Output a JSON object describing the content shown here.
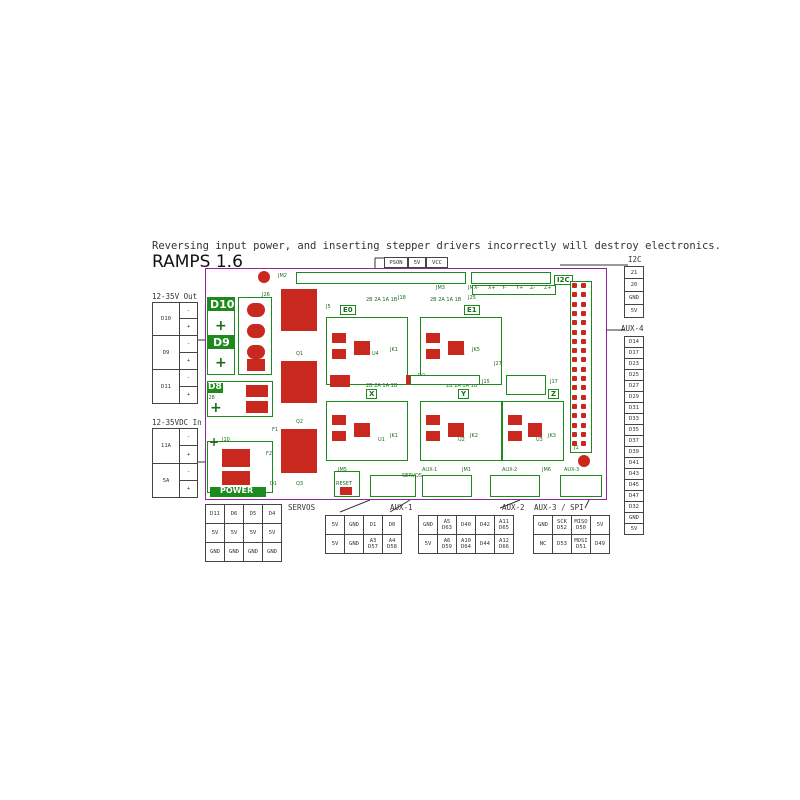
{
  "header": {
    "warning": "Reversing input power, and inserting stepper drivers incorrectly will destroy electronics.",
    "title": "RAMPS 1.6"
  },
  "labels": {
    "power_out": "12-35V Out",
    "power_in": "12-35VDC In",
    "i2c": "I2C",
    "aux4": "AUX-4",
    "servos": "SERVOS",
    "aux1": "AUX-1",
    "aux2": "AUX-2",
    "aux3": "AUX-3 / SPI"
  },
  "top_tags": [
    "PSON",
    "5V",
    "VCC"
  ],
  "out_table": [
    {
      "name": "D10",
      "pins": [
        "-",
        "+"
      ]
    },
    {
      "name": "D9",
      "pins": [
        "-",
        "+"
      ]
    },
    {
      "name": "D11",
      "pins": [
        "-",
        "+"
      ]
    }
  ],
  "in_table": [
    {
      "name": "11A",
      "pins": [
        "-",
        "+"
      ]
    },
    {
      "name": "5A",
      "pins": [
        "-",
        "+"
      ]
    }
  ],
  "i2c_pins": [
    "21",
    "20",
    "GND",
    "5V"
  ],
  "aux4_pins": [
    "D14",
    "D17",
    "D23",
    "D25",
    "D27",
    "D29",
    "D31",
    "D33",
    "D35",
    "D37",
    "D39",
    "D41",
    "D43",
    "D45",
    "D47",
    "D32",
    "GND",
    "5V"
  ],
  "servos_table": [
    [
      "D11",
      "D6",
      "D5",
      "D4"
    ],
    [
      "5V",
      "5V",
      "5V",
      "5V"
    ],
    [
      "GND",
      "GND",
      "GND",
      "GND"
    ]
  ],
  "aux1_table": [
    [
      "5V",
      "GND",
      "D1",
      "D0"
    ],
    [
      "5V",
      "GND",
      "A3 D57",
      "A4 D58"
    ]
  ],
  "aux2_table": [
    [
      "GND",
      "A5 D63",
      "D40",
      "D42",
      "A11 D65"
    ],
    [
      "5V",
      "A6 D59",
      "A10 D64",
      "D44",
      "A12 D66"
    ]
  ],
  "aux3_table": [
    [
      "GND",
      "SCK D52",
      "MISO D50",
      "5V"
    ],
    [
      "NC",
      "D53",
      "MOSI D51",
      "D49"
    ]
  ],
  "board": {
    "mosfet_labels": [
      "D10",
      "D9",
      "D8"
    ],
    "connectors": [
      "J26",
      "J28",
      "J10",
      "J1",
      "JM2",
      "JM3",
      "JM4",
      "J25",
      "J18",
      "J5",
      "J15",
      "J17",
      "J27",
      "JM5",
      "JM1",
      "JM6",
      "AUX-1",
      "AUX-2",
      "AUX-3",
      "SERVOS"
    ],
    "axis_tags": [
      "E0",
      "E1",
      "X",
      "Y",
      "Z"
    ],
    "stepper_sockets": [
      "U4",
      "U5",
      "U1",
      "U2",
      "U3"
    ],
    "jumpers": [
      "JK1",
      "JK5",
      "JK1",
      "JK2",
      "JK3"
    ],
    "transistors": [
      "Q1",
      "Q2",
      "Q3"
    ],
    "diodes": [
      "D1",
      "D2"
    ],
    "fuses": [
      "F1",
      "F2"
    ],
    "power_label": "POWER",
    "reset_label": "RESET",
    "endstops": [
      "X-",
      "X+",
      "Y-",
      "Y+",
      "Z-",
      "Z+"
    ],
    "pins_label": "2B 2A 1A 1B",
    "i2c_mark": "I2C"
  }
}
